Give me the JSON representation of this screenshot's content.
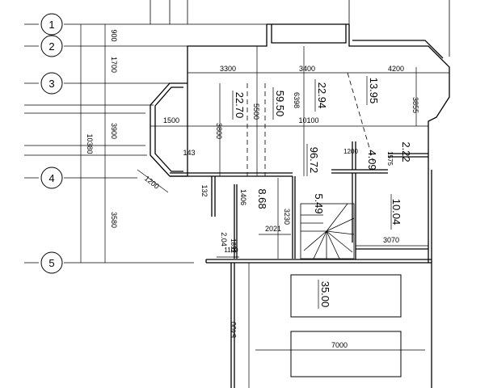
{
  "axes": [
    {
      "label": "1"
    },
    {
      "label": "2"
    },
    {
      "label": "3"
    },
    {
      "label": "4"
    },
    {
      "label": "5"
    }
  ],
  "dimensions": {
    "d900": "900",
    "d1700": "1700",
    "d3300": "3300",
    "d3400": "3400",
    "d4200": "4200",
    "d3900": "3900",
    "d10380": "10380",
    "d1500": "1500",
    "d10100": "10100",
    "d3800": "3800",
    "d5500": "5500",
    "d6398": "6398",
    "d3855": "3855",
    "d143": "143",
    "d1200": "1200",
    "d132": "132",
    "d1406": "1406",
    "d3580": "3580",
    "d3230": "3230",
    "d2021": "2021",
    "d1852": "1852",
    "d1100": "1100",
    "d3070": "3070",
    "d5400": "5400",
    "d7000": "7000",
    "d1200b": "1200",
    "d1575": "1575"
  },
  "areas": {
    "a2270": "22.70",
    "a5950": "59.50",
    "a2294": "22.94",
    "a1395": "13.95",
    "a9672": "96.72",
    "a409": "4.09",
    "a222": "2.22",
    "a868": "8.68",
    "a549": "5.49",
    "a1004": "10.04",
    "a204": "2.04",
    "a3500": "35.00"
  }
}
